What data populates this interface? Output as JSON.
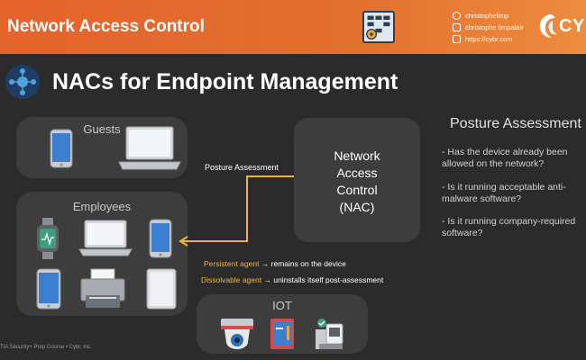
{
  "header": {
    "title": "Network Access Control",
    "social": {
      "twitter": "christophelimp",
      "linkedin": "christophe limpalair",
      "website": "https://cybr.com"
    },
    "brand": "CYBR",
    "color": "#e4632c"
  },
  "page_title": "NACs for Endpoint Management",
  "groups": {
    "guests": "Guests",
    "employees": "Employees",
    "iot": "IOT"
  },
  "nac_box": {
    "line1": "Network",
    "line2": "Access",
    "line3": "Control",
    "line4": "(NAC)"
  },
  "arrow_label": "Posture Assessment",
  "agents": [
    {
      "name": "Persistent agent",
      "desc": "→ remains on the device"
    },
    {
      "name": "Dissolvable agent",
      "desc": "→ uninstalls itself post-assessment"
    }
  ],
  "posture": {
    "heading": "Posture Assessment",
    "questions": [
      "- Has the device already been allowed on the network?",
      "- Is it running acceptable anti-malware software?",
      "- Is it running company-required software?"
    ]
  },
  "footer": "TIA Security+ Prep Course • Cybr, Inc.",
  "accent_color": "#f0b33a"
}
